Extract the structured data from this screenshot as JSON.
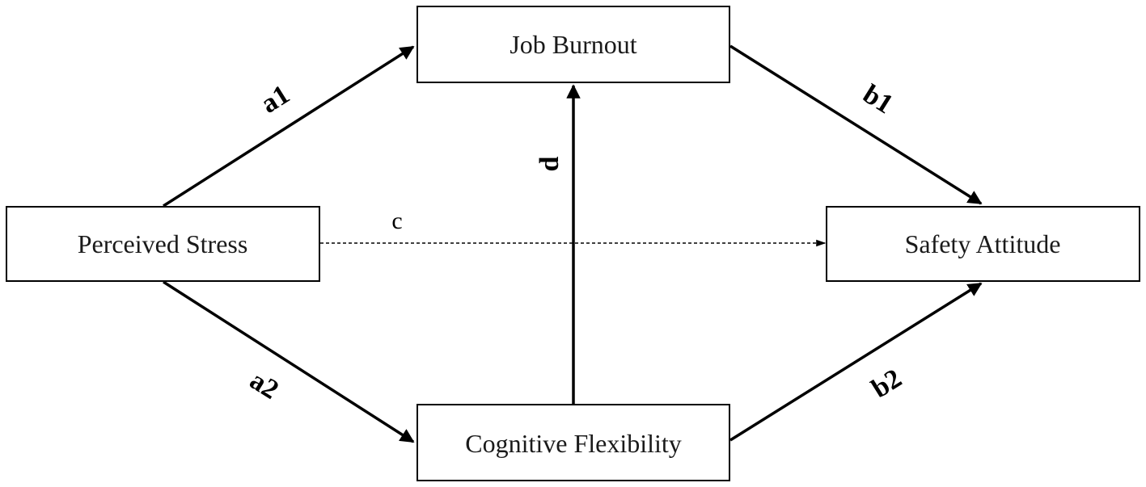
{
  "nodes": {
    "job_burnout": "Job Burnout",
    "perceived_stress": "Perceived Stress",
    "safety_attitude": "Safety Attitude",
    "cognitive_flexibility": "Cognitive Flexibility"
  },
  "paths": {
    "a1": "a1",
    "a2": "a2",
    "b1": "b1",
    "b2": "b2",
    "c": "c",
    "d": "d"
  },
  "colors": {
    "stroke": "#000000",
    "background": "#ffffff"
  }
}
